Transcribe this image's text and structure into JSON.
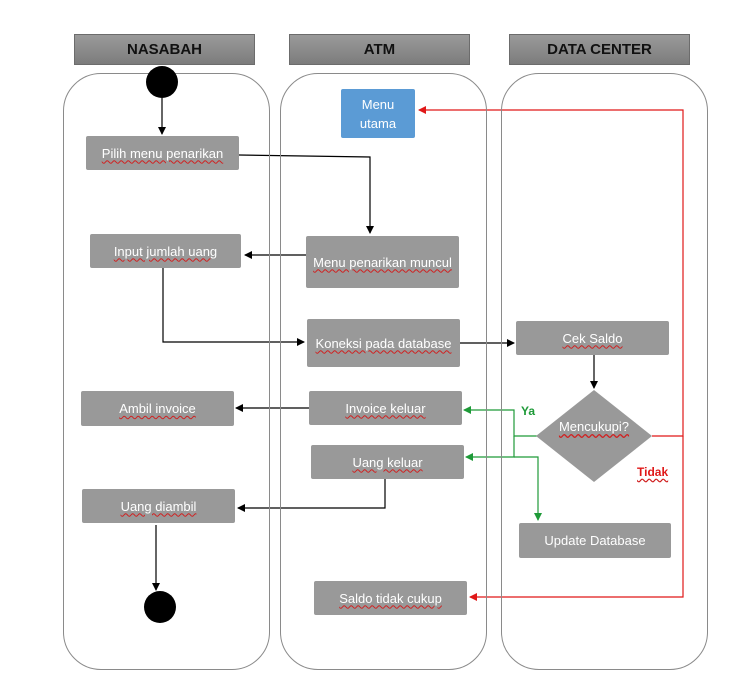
{
  "lanes": {
    "nasabah": "NASABAH",
    "atm": "ATM",
    "data_center": "DATA CENTER"
  },
  "nodes": {
    "pilih_menu": "Pilih menu penarikan",
    "input_jumlah": "Input jumlah uang",
    "ambil_invoice": "Ambil invoice",
    "uang_diambil": "Uang diambil",
    "menu_utama": "Menu utama",
    "menu_penarikan": "Menu penarikan muncul",
    "koneksi": "Koneksi pada database",
    "invoice_keluar": "Invoice keluar",
    "uang_keluar": "Uang keluar",
    "saldo_tidak_cukup": "Saldo tidak cukup",
    "cek_saldo": "Cek Saldo",
    "mencukupi": "Mencukupi?",
    "update_db": "Update Database"
  },
  "edge_labels": {
    "ya": "Ya",
    "tidak": "Tidak"
  },
  "colors": {
    "box": "#999999",
    "start_box": "#5b9bd5",
    "yes_arrow": "#1e9a38",
    "no_arrow": "#e01818"
  }
}
